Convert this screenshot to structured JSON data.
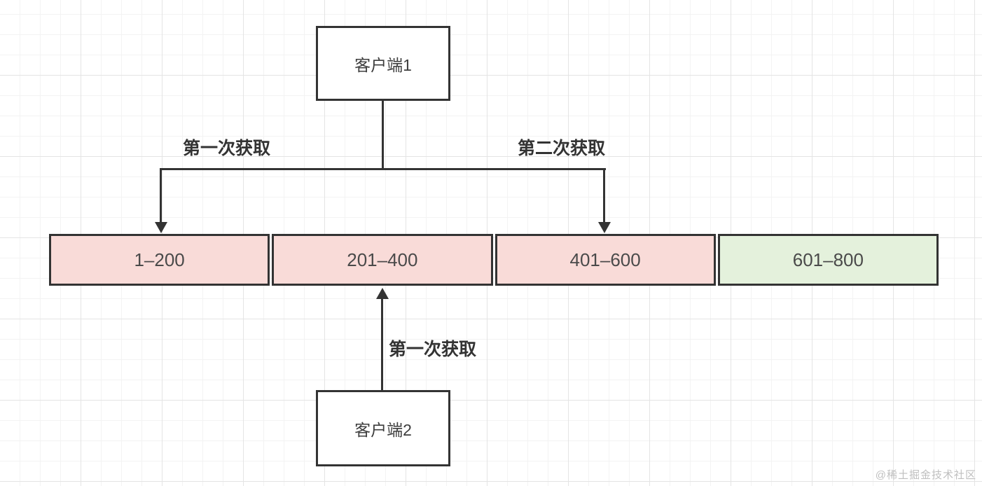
{
  "diagram": {
    "nodes": {
      "client1": {
        "label": "客户端1"
      },
      "client2": {
        "label": "客户端2"
      }
    },
    "edge_labels": {
      "first_fetch_left": "第一次获取",
      "second_fetch_right": "第二次获取",
      "first_fetch_bottom": "第一次获取"
    },
    "segments": [
      {
        "range": "1–200",
        "color": "#f9dbd8"
      },
      {
        "range": "201–400",
        "color": "#f9dbd8"
      },
      {
        "range": "401–600",
        "color": "#f9dbd8"
      },
      {
        "range": "601–800",
        "color": "#e4f1dc"
      }
    ],
    "colors": {
      "line": "#333333",
      "allocated_segment": "#f9dbd8",
      "free_segment": "#e4f1dc"
    },
    "watermark": "@稀土掘金技术社区"
  }
}
